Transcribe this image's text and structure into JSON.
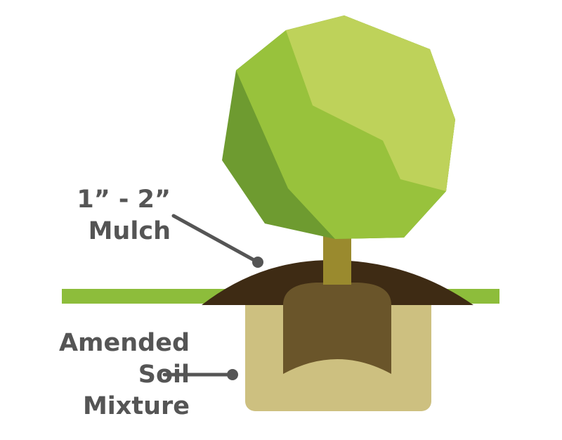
{
  "labels": {
    "mulch": [
      "1” - 2”",
      "Mulch"
    ],
    "soil": [
      "Amended",
      "Soil",
      "Mixture"
    ]
  },
  "colors": {
    "ground_line": "#8dbd3b",
    "mulch": "#3e2b14",
    "soil_pit": "#cdc080",
    "root_ball": "#6a552a",
    "trunk": "#9a8a2e",
    "canopy_light": "#bed25a",
    "canopy_mid": "#98c23c",
    "canopy_dark": "#6e9b30",
    "label_text": "#555555",
    "callout_line": "#555555"
  }
}
